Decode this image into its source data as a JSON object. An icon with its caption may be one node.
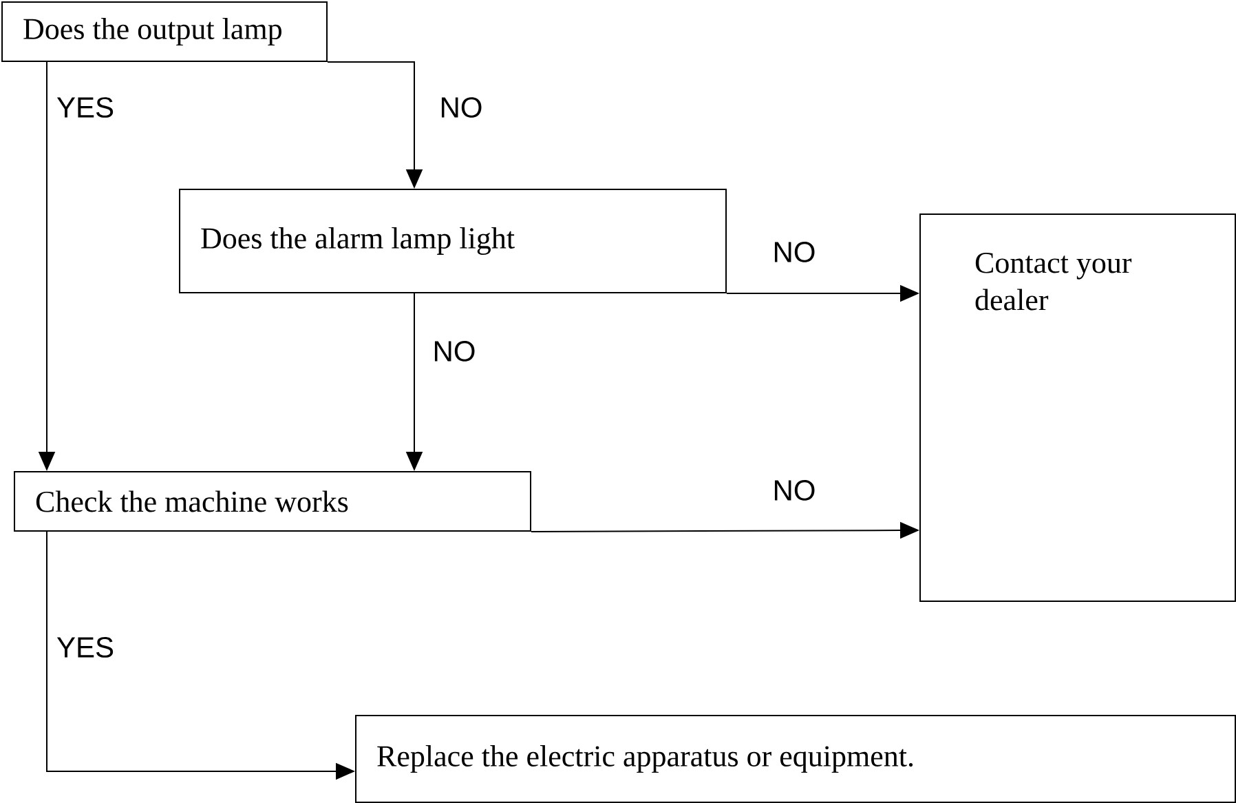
{
  "diagram": {
    "nodes": [
      {
        "text": [
          "Does the output lamp"
        ]
      },
      {
        "text": [
          "Does the alarm lamp light"
        ]
      },
      {
        "text": [
          "Contact your dealer"
        ]
      },
      {
        "text": [
          "Check the machine works"
        ]
      },
      {
        "text": [
          "Replace the electric apparatus or equipment."
        ]
      }
    ],
    "edges": [
      {
        "from": 0,
        "to": 3,
        "arrow": "to",
        "label": "YES"
      },
      {
        "from": 0,
        "to": 1,
        "arrow": "to",
        "label": "NO"
      },
      {
        "from": 1,
        "to": 2,
        "arrow": "to",
        "label": "NO"
      },
      {
        "from": 1,
        "to": 3,
        "arrow": "to",
        "label": "NO"
      },
      {
        "from": 3,
        "to": 2,
        "arrow": "to",
        "label": "NO"
      },
      {
        "from": 3,
        "to": 4,
        "arrow": "to",
        "label": "YES"
      }
    ]
  }
}
